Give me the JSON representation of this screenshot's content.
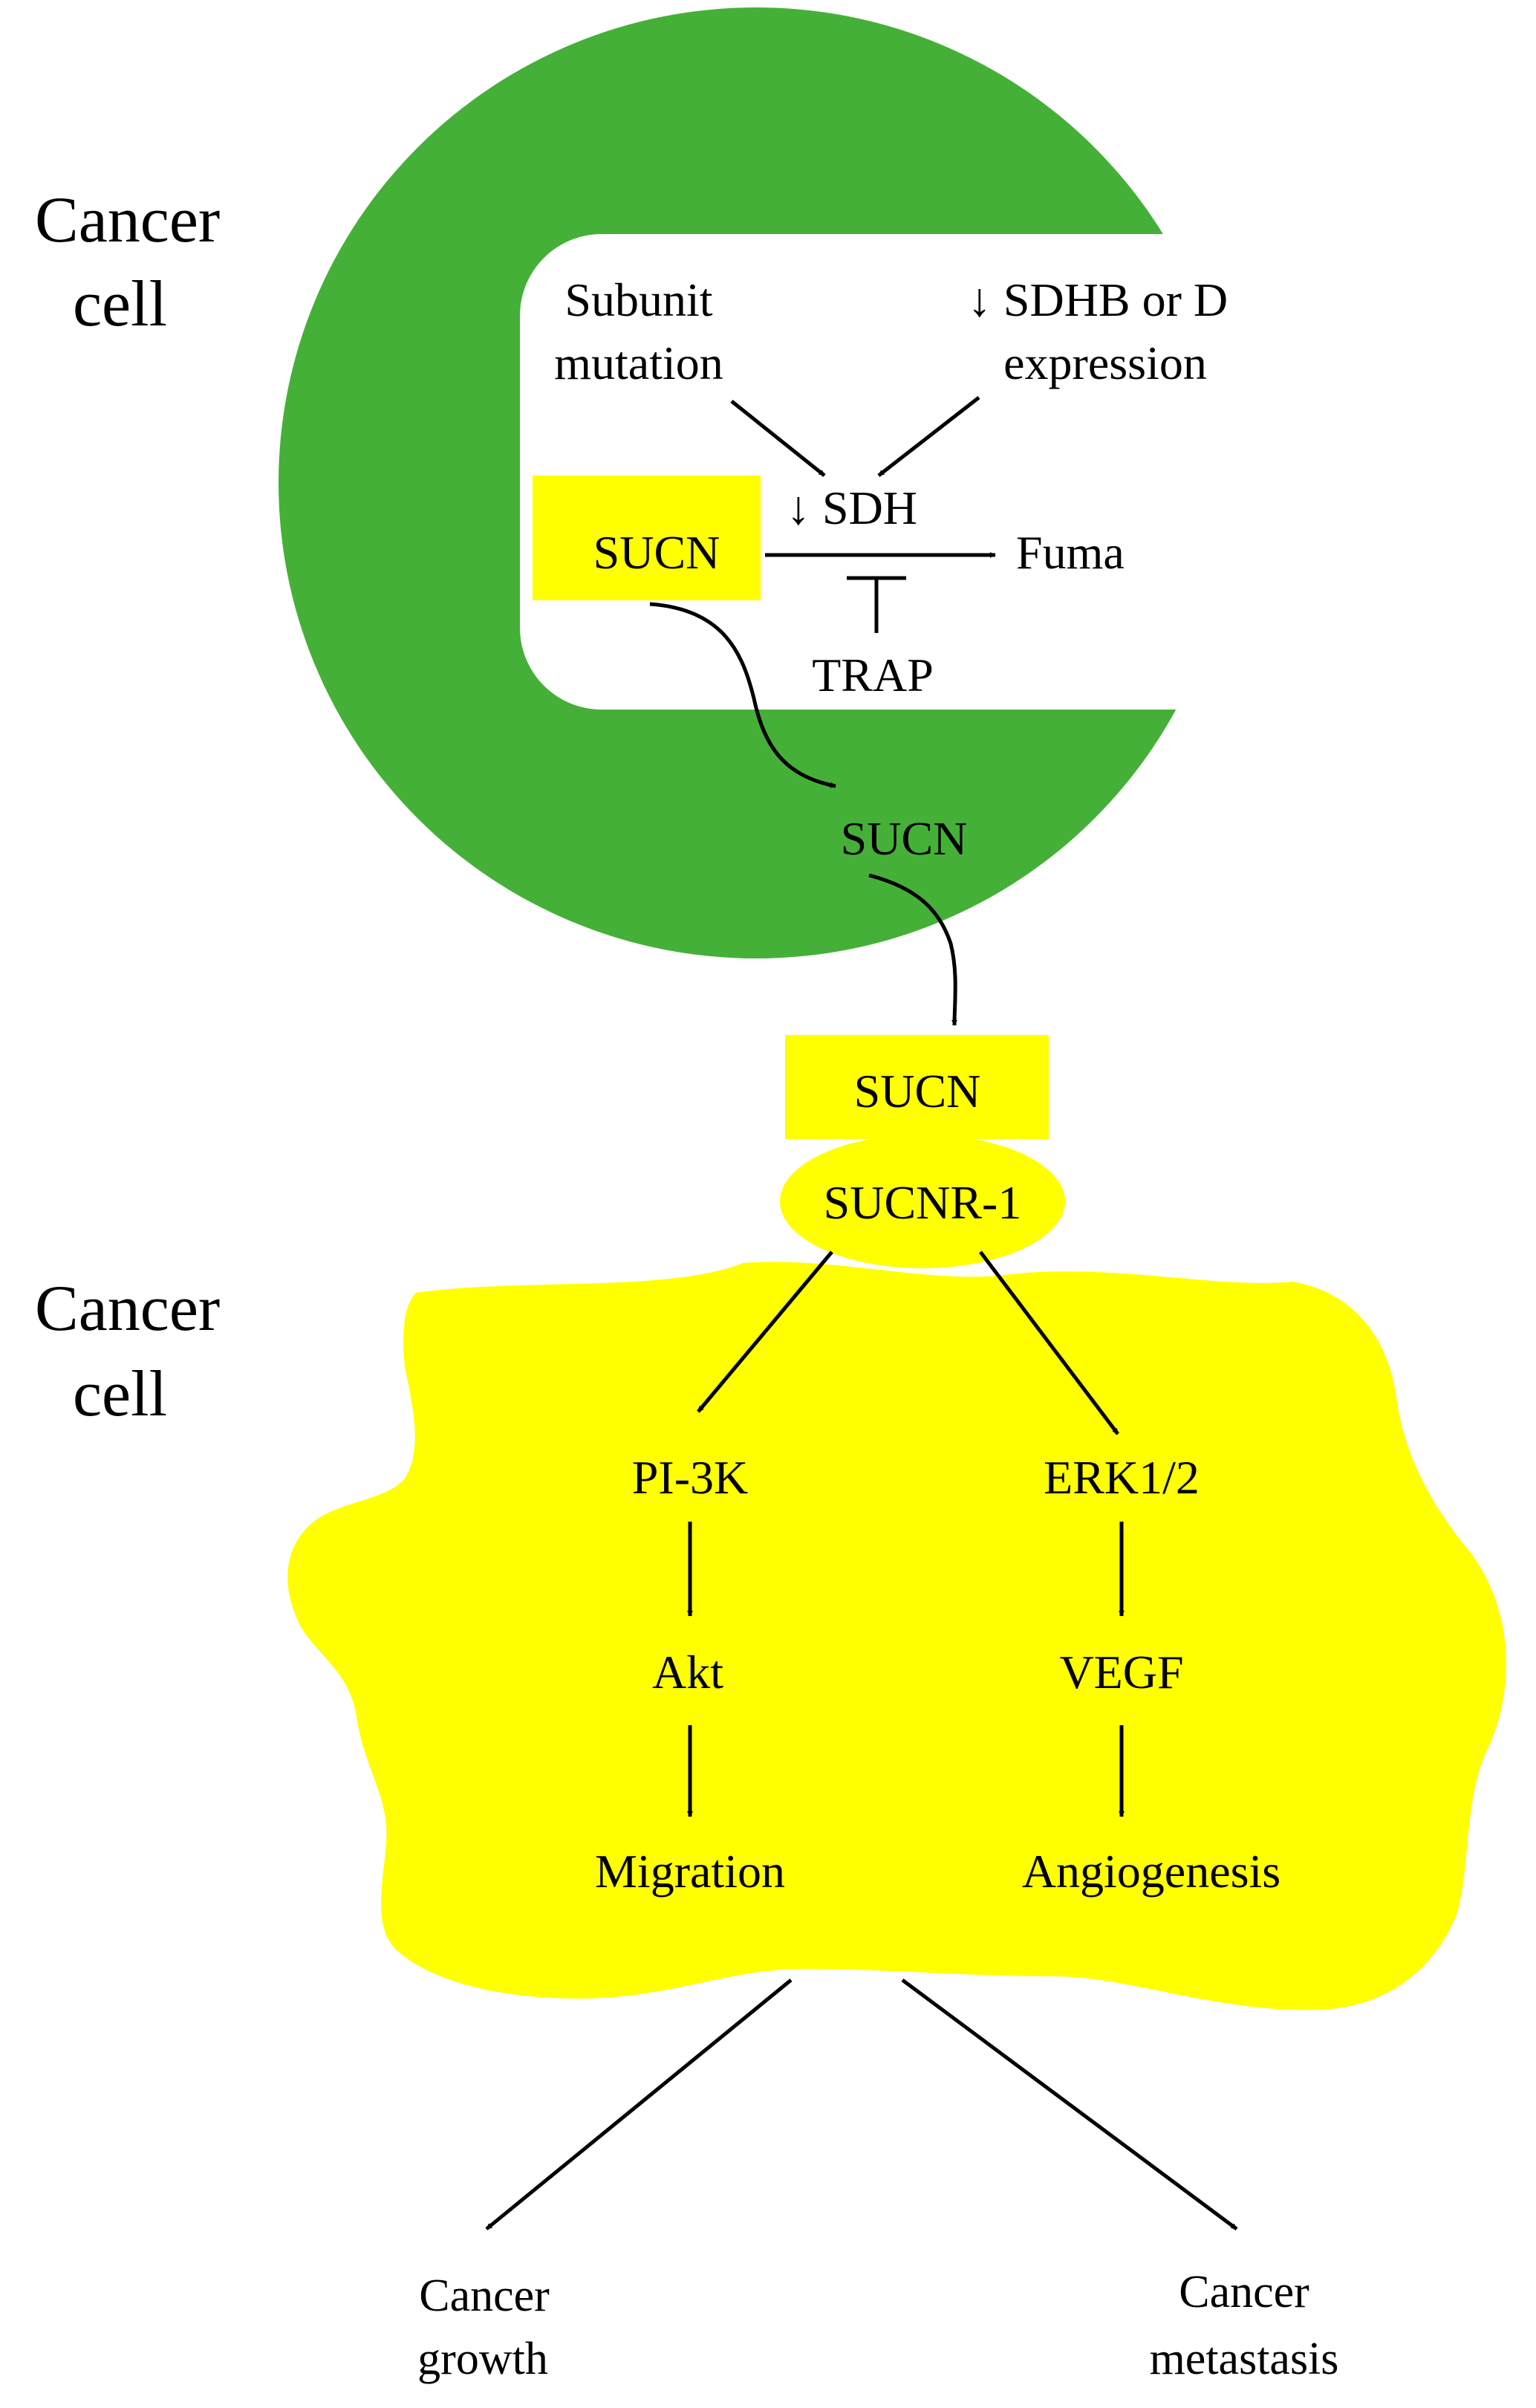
{
  "labels": {
    "top_cell_line1": "Cancer",
    "top_cell_line2": "cell",
    "bottom_cell_line1": "Cancer",
    "bottom_cell_line2": "cell",
    "subunit_line1": "Subunit",
    "subunit_line2": "mutation",
    "sdhb_line1": "↓ SDHB or D",
    "sdhb_line2": "expression",
    "sdh": "↓ SDH",
    "sucn_inner": "SUCN",
    "fuma": "Fuma",
    "trap": "TRAP",
    "sucn_cytoplasm": "SUCN",
    "sucn_extracellular": "SUCN",
    "sucnr1": "SUCNR-1",
    "pi3k": "PI-3K",
    "akt": "Akt",
    "migration": "Migration",
    "erk": "ERK1/2",
    "vegf": "VEGF",
    "angiogenesis": "Angiogenesis",
    "growth_line1": "Cancer",
    "growth_line2": "growth",
    "metastasis_line1": "Cancer",
    "metastasis_line2": "metastasis"
  },
  "colors": {
    "cell_green": "#45b038",
    "highlight_yellow": "#ffff00",
    "mito_white": "#ffffff",
    "line_black": "#000000"
  }
}
